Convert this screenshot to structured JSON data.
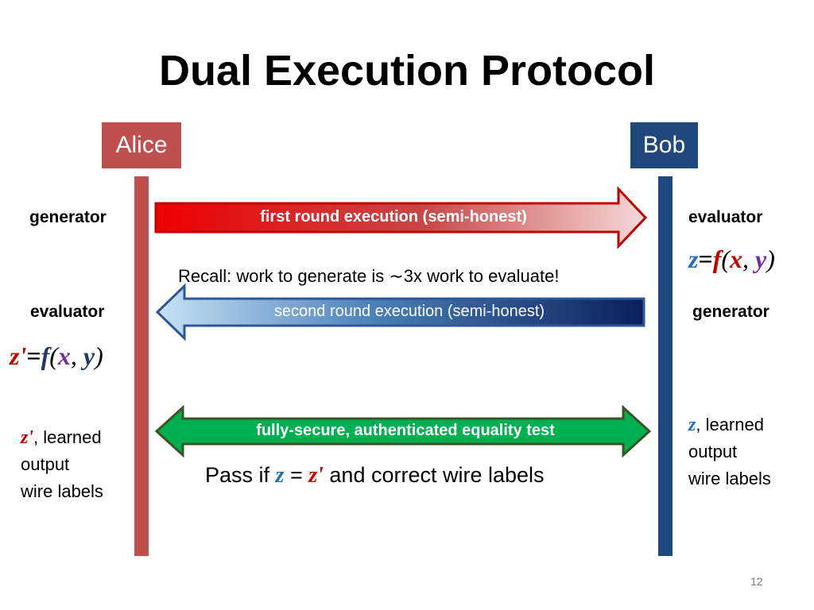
{
  "title": "Dual Execution Protocol",
  "parties": {
    "alice": {
      "label": "Alice",
      "color": "#c0504d"
    },
    "bob": {
      "label": "Bob",
      "color": "#1f497d"
    }
  },
  "roles": {
    "alice_top": "generator",
    "bob_top": "evaluator",
    "alice_bottom": "evaluator",
    "bob_bottom": "generator"
  },
  "arrows": {
    "round1": "first round execution (semi-honest)",
    "round2": "second round execution (semi-honest)",
    "equality": "fully-secure, authenticated equality test"
  },
  "notes": {
    "recall": "Recall: work to generate is ∼3x work to evaluate!",
    "pass_prefix": "Pass if ",
    "pass_eq": " = ",
    "pass_suffix": " and correct wire labels"
  },
  "formulas": {
    "bob_result": {
      "out": "z",
      "eq": "=",
      "f": "f",
      "open": "(",
      "x": "x",
      "comma": ", ",
      "y": "y",
      "close": ")"
    },
    "alice_result": {
      "out": "z'",
      "eq": "=",
      "f": "f",
      "open": "(",
      "x": "x",
      "comma": ", ",
      "y": "y",
      "close": ")"
    }
  },
  "learned": {
    "alice_var": "z'",
    "alice_line1": ", learned",
    "alice_line2": "output",
    "alice_line3": "wire labels",
    "bob_var": "z",
    "bob_line1": ", learned",
    "bob_line2": "output",
    "bob_line3": "wire labels"
  },
  "pass_vars": {
    "z": "z",
    "z_prime": "z'"
  },
  "page_number": "12",
  "colors": {
    "red_arrow": "#e00000",
    "blue_arrow": "#1f3864",
    "green_arrow": "#00b050"
  }
}
